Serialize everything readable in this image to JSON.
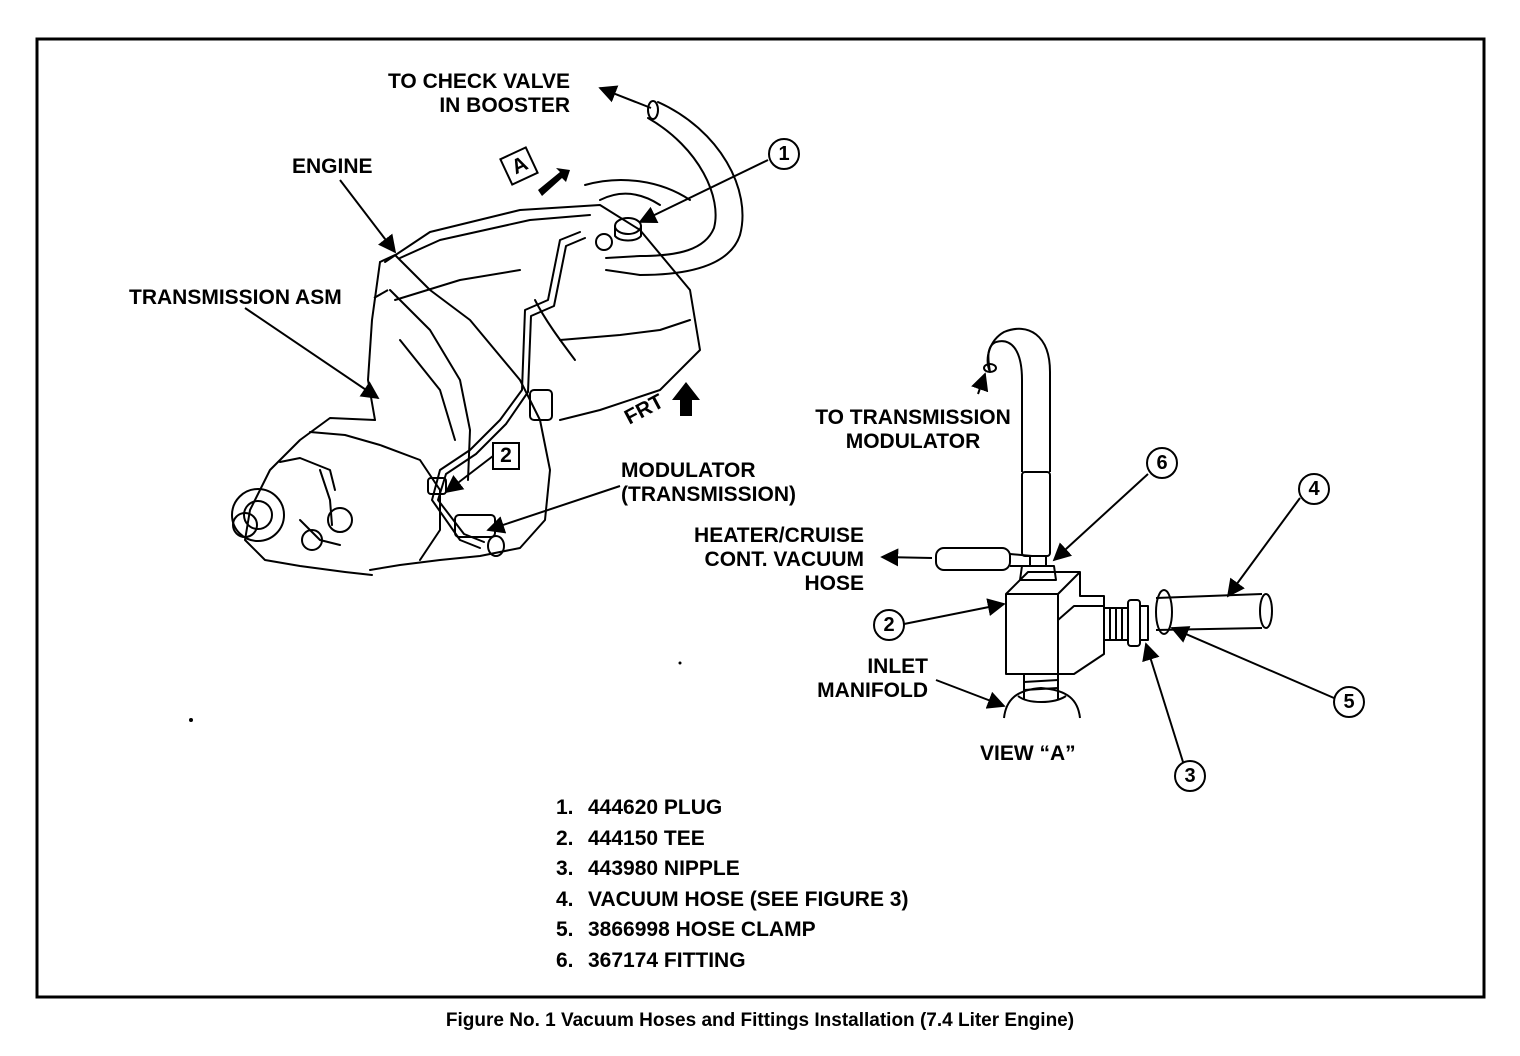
{
  "labels": {
    "check_valve": "TO CHECK VALVE\nIN BOOSTER",
    "engine": "ENGINE",
    "transmission_asm": "TRANSMISSION ASM",
    "view_a_marker": "A",
    "frt": "FRT",
    "callout_2_box": "2",
    "modulator": "MODULATOR\n(TRANSMISSION)",
    "to_trans_modulator": "TO TRANSMISSION\nMODULATOR",
    "heater_cruise": "HEATER/CRUISE\nCONT. VACUUM\nHOSE",
    "inlet_manifold": "INLET\nMANIFOLD",
    "view_a": "VIEW “A”"
  },
  "callouts": [
    "1",
    "6",
    "4",
    "2",
    "5",
    "3"
  ],
  "parts_list": [
    {
      "num": "1.",
      "text": "444620 PLUG"
    },
    {
      "num": "2.",
      "text": "444150 TEE"
    },
    {
      "num": "3.",
      "text": "443980 NIPPLE"
    },
    {
      "num": "4.",
      "text": "VACUUM HOSE (SEE FIGURE 3)"
    },
    {
      "num": "5.",
      "text": "3866998 HOSE CLAMP"
    },
    {
      "num": "6.",
      "text": "367174 FITTING"
    }
  ],
  "caption": "Figure No. 1 Vacuum Hoses and Fittings Installation (7.4 Liter Engine)"
}
